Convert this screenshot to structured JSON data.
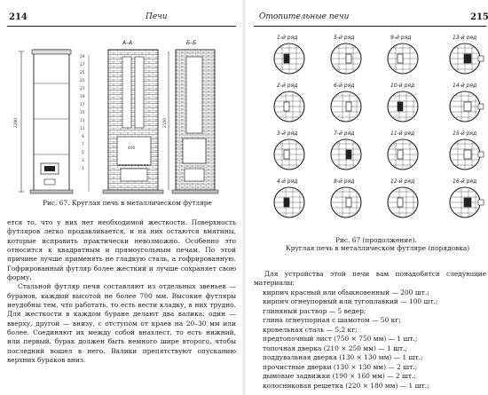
{
  "left_page": {
    "page_number": "214",
    "running_title": "Печи",
    "figure": {
      "label_a": "А–А",
      "label_b": "Б–Б",
      "height_total": "2200",
      "height_section": "2150",
      "width_label": "400",
      "row_ticks": [
        "29",
        "27",
        "25",
        "23",
        "21",
        "19",
        "17",
        "15",
        "13",
        "11",
        "9",
        "7",
        "5",
        "3",
        "1"
      ],
      "caption": "Рис. 67. Круглая печь в металлическом футляре"
    },
    "paragraphs": [
      "ется то, что у них нет необходимой жесткости. Поверхность футляров легко продавливается, и на них остаются вмятины, которые исправить практически невозможно. Особенно это относится к квадратным и прямоугольным печам. По этой причине лучше применять не гладкую сталь, а гофрированную. Гофрированный футляр более жесткий и лучше сохраняет свою форму.",
      "Стальной футляр печи составляют из отдельных звеньев — буранов, каждый высотой не более 700 мм. Высокие футляры неудобны тем, что работать, то есть вести кладку, в них трудно. Для жесткости в каждом буране делают два валика: один — вверху, другой — внизу, с отступом от краев на 20–30 мм или более. Соединяют их между собой внахлест, то есть нижний, или первый, бурак должен быть немного шире второго, чтобы последний вошел в него. Валики препятствуют опусканию верхних бураков вниз."
    ]
  },
  "right_page": {
    "page_number": "215",
    "running_title": "Отопительные печи",
    "figure": {
      "rows": [
        "1-й ряд",
        "5-й ряд",
        "9-й ряд",
        "13-й ряд",
        "2-й ряд",
        "6-й ряд",
        "10-й ряд",
        "14-й ряд",
        "3-й ряд",
        "7-й ряд",
        "11-й ряд",
        "15-й ряд",
        "4-й ряд",
        "8-й ряд",
        "12-й ряд",
        "16-й ряд"
      ],
      "caption_line1": "Рис. 67 (продолжение).",
      "caption_line2": "Круглая печь в металлическом футляре (порядовка)"
    },
    "intro": "Для устройства этой печи вам понадобятся следующие материалы:",
    "materials": [
      "кирпич красный или обыкновенный — 200 шт.;",
      "кирпич огнеупорный или тугоплавкий — 100 шт.;",
      "глиняный раствор — 5 ведер;",
      "глина огнеупорная с шамотом — 50 кг;",
      "кровельная сталь — 5,2 кг;",
      "предтопочный лист (750 × 750 мм) — 1 шт.;",
      "топочная дверка (210 × 250 мм) — 1 шт.;",
      "поддувальная дверка (130 × 130 мм) — 1 шт.;",
      "прочистные дверки (130 × 130 мм) — 2 шт.;",
      "дымовые задвижки (190 × 160 мм) — 2 шт.;",
      "колосниковая решетка (220 × 180 мм) — 1 шт.;"
    ]
  }
}
